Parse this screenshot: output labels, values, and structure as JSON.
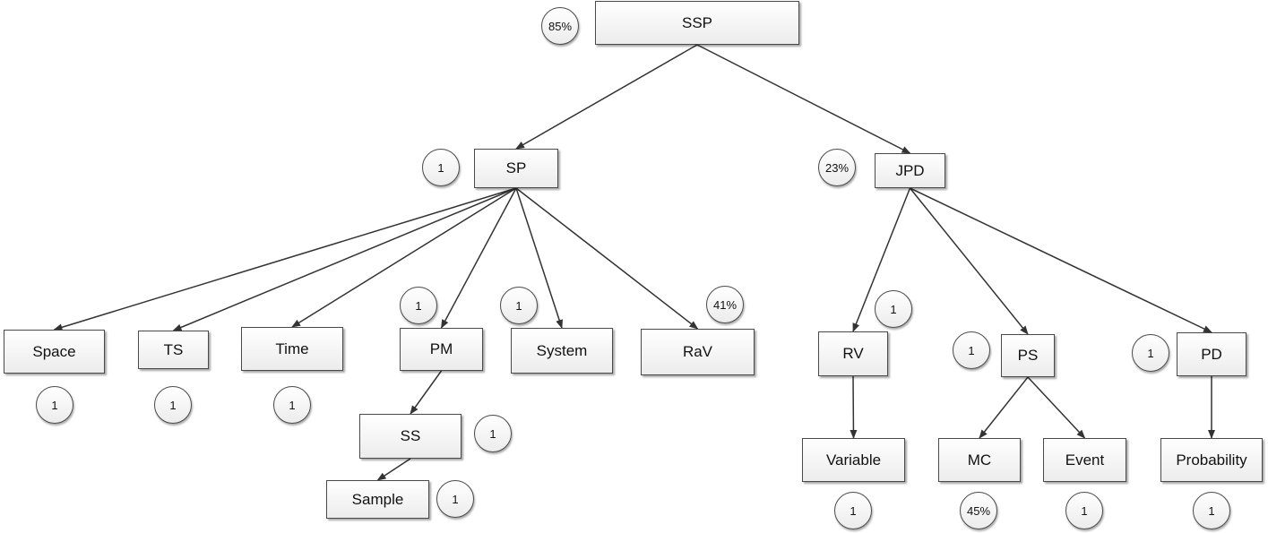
{
  "nodes": {
    "ssp": "SSP",
    "sp": "SP",
    "jpd": "JPD",
    "space": "Space",
    "ts": "TS",
    "time": "Time",
    "pm": "PM",
    "system": "System",
    "rav": "RaV",
    "ss": "SS",
    "sample": "Sample",
    "rv": "RV",
    "ps": "PS",
    "pd": "PD",
    "variable": "Variable",
    "mc": "MC",
    "event": "Event",
    "probability": "Probability"
  },
  "badges": {
    "ssp": "85%",
    "sp": "1",
    "jpd": "23%",
    "space": "1",
    "ts": "1",
    "time": "1",
    "pm": "1",
    "system": "1",
    "rav": "41%",
    "ss": "1",
    "sample": "1",
    "rv": "1",
    "ps": "1",
    "pd": "1",
    "variable": "1",
    "mc": "45%",
    "event": "1",
    "probability": "1"
  },
  "edges": [
    [
      "ssp",
      "sp"
    ],
    [
      "ssp",
      "jpd"
    ],
    [
      "sp",
      "space"
    ],
    [
      "sp",
      "ts"
    ],
    [
      "sp",
      "time"
    ],
    [
      "sp",
      "pm"
    ],
    [
      "sp",
      "system"
    ],
    [
      "sp",
      "rav"
    ],
    [
      "pm",
      "ss"
    ],
    [
      "ss",
      "sample"
    ],
    [
      "jpd",
      "rv"
    ],
    [
      "jpd",
      "ps"
    ],
    [
      "jpd",
      "pd"
    ],
    [
      "rv",
      "variable"
    ],
    [
      "ps",
      "mc"
    ],
    [
      "ps",
      "event"
    ],
    [
      "pd",
      "probability"
    ]
  ]
}
